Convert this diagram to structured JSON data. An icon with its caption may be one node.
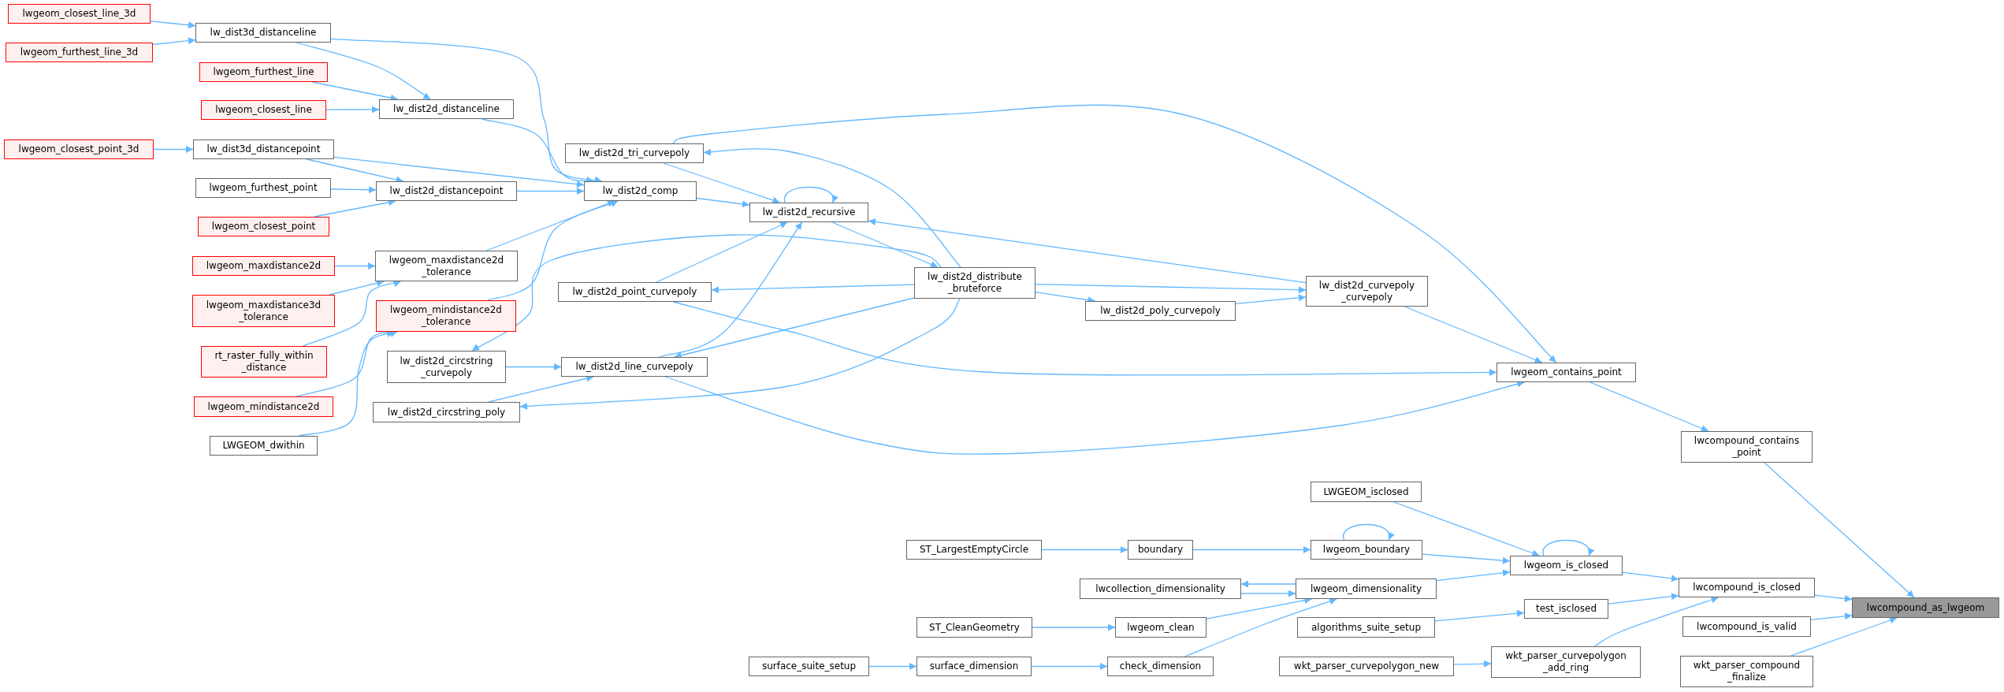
{
  "diagram": {
    "nodes": [
      {
        "text": [
          "lwgeom_closest_line_3d"
        ]
      },
      {
        "text": [
          "lwgeom_furthest_line_3d"
        ]
      },
      {
        "text": [
          "lw_dist3d_distanceline"
        ]
      },
      {
        "text": [
          "lwgeom_furthest_line"
        ]
      },
      {
        "text": [
          "lwgeom_closest_line"
        ]
      },
      {
        "text": [
          "lw_dist2d_distanceline"
        ]
      },
      {
        "text": [
          "lwgeom_closest_point_3d"
        ]
      },
      {
        "text": [
          "lw_dist3d_distancepoint"
        ]
      },
      {
        "text": [
          "lwgeom_furthest_point"
        ]
      },
      {
        "text": [
          "lw_dist2d_distancepoint"
        ]
      },
      {
        "text": [
          "lwgeom_closest_point"
        ]
      },
      {
        "text": [
          "lw_dist2d_comp"
        ]
      },
      {
        "text": [
          "lw_dist2d_tri_curvepoly"
        ]
      },
      {
        "text": [
          "lw_dist2d_recursive"
        ]
      },
      {
        "text": [
          "lwgeom_maxdistance2d"
        ]
      },
      {
        "text": [
          "lwgeom_maxdistance2d _tolerance"
        ]
      },
      {
        "text": [
          "lwgeom_maxdistance3d _tolerance"
        ]
      },
      {
        "text": [
          "lwgeom_mindistance2d _tolerance"
        ]
      },
      {
        "text": [
          "lw_dist2d_point_curvepoly"
        ]
      },
      {
        "text": [
          "lw_dist2d_distribute _bruteforce"
        ]
      },
      {
        "text": [
          "lw_dist2d_poly_curvepoly"
        ]
      },
      {
        "text": [
          "lw_dist2d_curvepoly _curvepoly"
        ]
      },
      {
        "text": [
          "rt_raster_fully_within _distance"
        ]
      },
      {
        "text": [
          "lw_dist2d_circstring _curvepoly"
        ]
      },
      {
        "text": [
          "lw_dist2d_line_curvepoly"
        ]
      },
      {
        "text": [
          "lwgeom_contains_point"
        ]
      },
      {
        "text": [
          "lwgeom_mindistance2d"
        ]
      },
      {
        "text": [
          "lw_dist2d_circstring_poly"
        ]
      },
      {
        "text": [
          "LWGEOM_dwithin"
        ]
      },
      {
        "text": [
          "lwcompound_contains _point"
        ]
      },
      {
        "text": [
          "LWGEOM_isclosed"
        ]
      },
      {
        "text": [
          "ST_LargestEmptyCircle"
        ]
      },
      {
        "text": [
          "boundary"
        ]
      },
      {
        "text": [
          "lwgeom_boundary"
        ]
      },
      {
        "text": [
          "lwgeom_is_closed"
        ]
      },
      {
        "text": [
          "lwcollection_dimensionality"
        ]
      },
      {
        "text": [
          "lwgeom_dimensionality"
        ]
      },
      {
        "text": [
          "lwcompound_is_closed"
        ]
      },
      {
        "text": [
          "lwcompound_as_lwgeom"
        ]
      },
      {
        "text": [
          "test_isclosed"
        ]
      },
      {
        "text": [
          "ST_CleanGeometry"
        ]
      },
      {
        "text": [
          "lwgeom_clean"
        ]
      },
      {
        "text": [
          "algorithms_suite_setup"
        ]
      },
      {
        "text": [
          "lwcompound_is_valid"
        ]
      },
      {
        "text": [
          "surface_suite_setup"
        ]
      },
      {
        "text": [
          "surface_dimension"
        ]
      },
      {
        "text": [
          "check_dimension"
        ]
      },
      {
        "text": [
          "wkt_parser_curvepolygon_new"
        ]
      },
      {
        "text": [
          "wkt_parser_curvepolygon _add_ring"
        ]
      },
      {
        "text": [
          "wkt_parser_compound _finalize"
        ]
      }
    ],
    "edges": [
      {
        "from": 0,
        "to": 2,
        "arrow": "to"
      },
      {
        "from": 1,
        "to": 2,
        "arrow": "to"
      },
      {
        "from": 2,
        "to": 5,
        "arrow": "to"
      },
      {
        "from": 2,
        "to": 11,
        "arrow": "to"
      },
      {
        "from": 3,
        "to": 5,
        "arrow": "to"
      },
      {
        "from": 4,
        "to": 5,
        "arrow": "to"
      },
      {
        "from": 5,
        "to": 11,
        "arrow": "to"
      },
      {
        "from": 6,
        "to": 7,
        "arrow": "to"
      },
      {
        "from": 7,
        "to": 9,
        "arrow": "to"
      },
      {
        "from": 7,
        "to": 11,
        "arrow": "to"
      },
      {
        "from": 8,
        "to": 9,
        "arrow": "to"
      },
      {
        "from": 10,
        "to": 9,
        "arrow": "to"
      },
      {
        "from": 9,
        "to": 11,
        "arrow": "to"
      },
      {
        "from": 14,
        "to": 15,
        "arrow": "to"
      },
      {
        "from": 16,
        "to": 15,
        "arrow": "to"
      },
      {
        "from": 22,
        "to": 15,
        "arrow": "to"
      },
      {
        "from": 26,
        "to": 17,
        "arrow": "to"
      },
      {
        "from": 28,
        "to": 17,
        "arrow": "to"
      },
      {
        "from": 15,
        "to": 11,
        "arrow": "to"
      },
      {
        "from": 17,
        "to": 11,
        "arrow": "to"
      },
      {
        "from": 11,
        "to": 13,
        "arrow": "to"
      },
      {
        "from": 12,
        "to": 13,
        "arrow": "to"
      },
      {
        "from": 13,
        "to": 13,
        "arrow": "to"
      },
      {
        "from": 13,
        "to": 19,
        "arrow": "to"
      },
      {
        "from": 19,
        "to": 12,
        "arrow": "to"
      },
      {
        "from": 19,
        "to": 18,
        "arrow": "to"
      },
      {
        "from": 19,
        "to": 24,
        "arrow": "to"
      },
      {
        "from": 19,
        "to": 27,
        "arrow": "to"
      },
      {
        "from": 19,
        "to": 23,
        "arrow": "to"
      },
      {
        "from": 19,
        "to": 20,
        "arrow": "to"
      },
      {
        "from": 19,
        "to": 21,
        "arrow": "to"
      },
      {
        "from": 20,
        "to": 21,
        "arrow": "to"
      },
      {
        "from": 21,
        "to": 13,
        "arrow": "to"
      },
      {
        "from": 18,
        "to": 13,
        "arrow": "to"
      },
      {
        "from": 24,
        "to": 13,
        "arrow": "to"
      },
      {
        "from": 23,
        "to": 24,
        "arrow": "to"
      },
      {
        "from": 27,
        "to": 24,
        "arrow": "to"
      },
      {
        "from": 12,
        "to": 25,
        "arrow": "to"
      },
      {
        "from": 21,
        "to": 25,
        "arrow": "to"
      },
      {
        "from": 18,
        "to": 25,
        "arrow": "to"
      },
      {
        "from": 24,
        "to": 25,
        "arrow": "to"
      },
      {
        "from": 25,
        "to": 29,
        "arrow": "to"
      },
      {
        "from": 29,
        "to": 38,
        "arrow": "to"
      },
      {
        "from": 30,
        "to": 34,
        "arrow": "to"
      },
      {
        "from": 31,
        "to": 32,
        "arrow": "to"
      },
      {
        "from": 32,
        "to": 33,
        "arrow": "to"
      },
      {
        "from": 33,
        "to": 33,
        "arrow": "to"
      },
      {
        "from": 33,
        "to": 34,
        "arrow": "to"
      },
      {
        "from": 34,
        "to": 34,
        "arrow": "to"
      },
      {
        "from": 36,
        "to": 35,
        "arrow": "to"
      },
      {
        "from": 35,
        "to": 36,
        "arrow": "to"
      },
      {
        "from": 36,
        "to": 34,
        "arrow": "to"
      },
      {
        "from": 40,
        "to": 41,
        "arrow": "to"
      },
      {
        "from": 41,
        "to": 36,
        "arrow": "to"
      },
      {
        "from": 44,
        "to": 45,
        "arrow": "to"
      },
      {
        "from": 45,
        "to": 46,
        "arrow": "to"
      },
      {
        "from": 46,
        "to": 36,
        "arrow": "to"
      },
      {
        "from": 34,
        "to": 37,
        "arrow": "to"
      },
      {
        "from": 42,
        "to": 39,
        "arrow": "to"
      },
      {
        "from": 39,
        "to": 37,
        "arrow": "to"
      },
      {
        "from": 47,
        "to": 48,
        "arrow": "to"
      },
      {
        "from": 48,
        "to": 37,
        "arrow": "to"
      },
      {
        "from": 37,
        "to": 38,
        "arrow": "to"
      },
      {
        "from": 43,
        "to": 38,
        "arrow": "to"
      },
      {
        "from": 49,
        "to": 38,
        "arrow": "to"
      }
    ]
  }
}
